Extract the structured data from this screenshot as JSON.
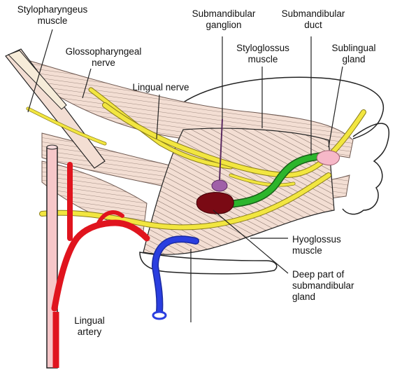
{
  "labels": {
    "stylopharyngeus": [
      "Stylopharyngeus",
      "muscle"
    ],
    "glossopharyngeal": [
      "Glossopharyngeal",
      "nerve"
    ],
    "lingual_nerve": [
      "Lingual nerve"
    ],
    "submandibular_ganglion": [
      "Submandibular",
      "ganglion"
    ],
    "styloglossus": [
      "Styloglossus",
      "muscle"
    ],
    "submandibular_duct": [
      "Submandibular",
      "duct"
    ],
    "sublingual_gland": [
      "Sublingual",
      "gland"
    ],
    "hyoglossus": [
      "Hyoglossus",
      "muscle"
    ],
    "deep_part": [
      "Deep part of",
      "submandibular",
      "gland"
    ],
    "lingual_artery": [
      "Lingual",
      "artery"
    ]
  },
  "colors": {
    "muscle": "#f3ded3",
    "muscle_stripe": "#6f5a52",
    "nerve": "#f2e640",
    "nerve_outline": "#8a7d1a",
    "artery": "#e0141e",
    "vein": "#2a3ee0",
    "duct": "#2cb52c",
    "ganglion": "#a060a8",
    "deep_gland": "#7a0a14",
    "sublingual_gland": "#f6b8c8",
    "leader": "#222222"
  }
}
